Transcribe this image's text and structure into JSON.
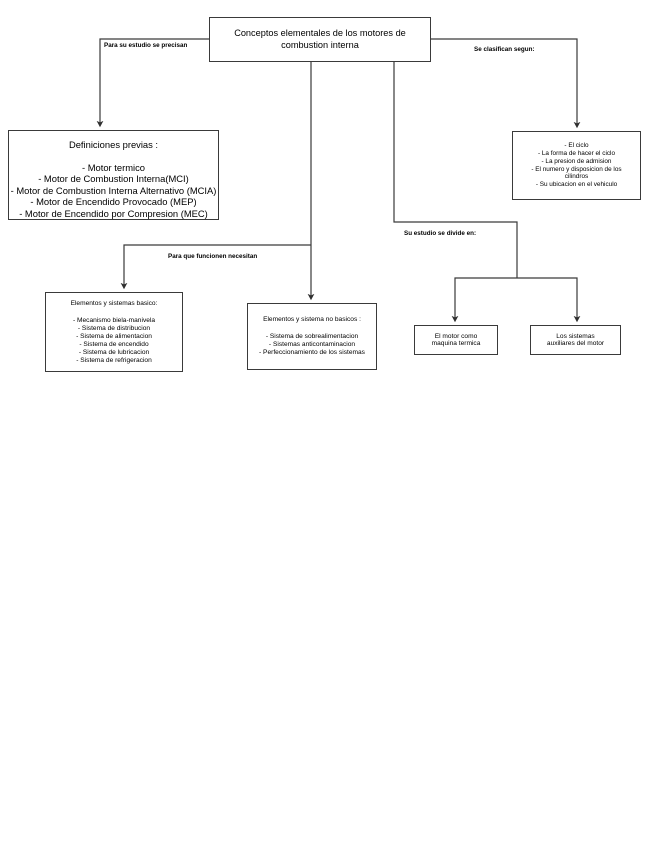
{
  "diagram": {
    "title": "Conceptos elementales de los motores de combustion interna",
    "nodes": {
      "root": {
        "text": "Conceptos elementales de los motores de combustion interna"
      },
      "definiciones": {
        "heading": "Definiciones previas :",
        "items": [
          "- Motor termico",
          "- Motor de  Combustion Interna(MCI)",
          "- Motor de Combustion Interna Alternativo (MCIA)",
          "- Motor de Encendido  Provocado (MEP)",
          "- Motor de Encendido por Compresion (MEC)"
        ]
      },
      "clasifican": {
        "heading": "",
        "items": [
          "- El ciclo",
          "- La forma de hacer el ciclo",
          "- La presion de  admision",
          "- El numero y disposicion de los cilindros",
          "- Su ubicacion en el vehiculo"
        ]
      },
      "basicos": {
        "heading": "Elementos y sistemas basico:",
        "items": [
          "- Mecanismo biela-manivela",
          "- Sistema de distribucion",
          "- Sistema de alimentacion",
          "- Sistema de encendido",
          "- Sistema de lubricacion",
          "- Sistema de refrigeracion"
        ]
      },
      "nobasicos": {
        "heading": "Elementos y sistema no basicos :",
        "items": [
          "- Sistema de sobrealimentacion",
          "- Sistemas anticontaminacion",
          "- Perfeccionamiento de los sistemas"
        ]
      },
      "maquina": {
        "line1": "El motor como",
        "line2": "maquina termica"
      },
      "auxiliares": {
        "line1": "Los sistemas",
        "line2": "auxiliares del motor"
      }
    },
    "edge_labels": {
      "precisan": "Para su estudio se precisan",
      "clasifican": "Se clasifican segun:",
      "divide": "Su estudio se divide en:",
      "funcionen": "Para que funcionen necesitan"
    },
    "colors": {
      "line": "#3a3a3a",
      "text": "#000000",
      "background": "#ffffff"
    }
  }
}
